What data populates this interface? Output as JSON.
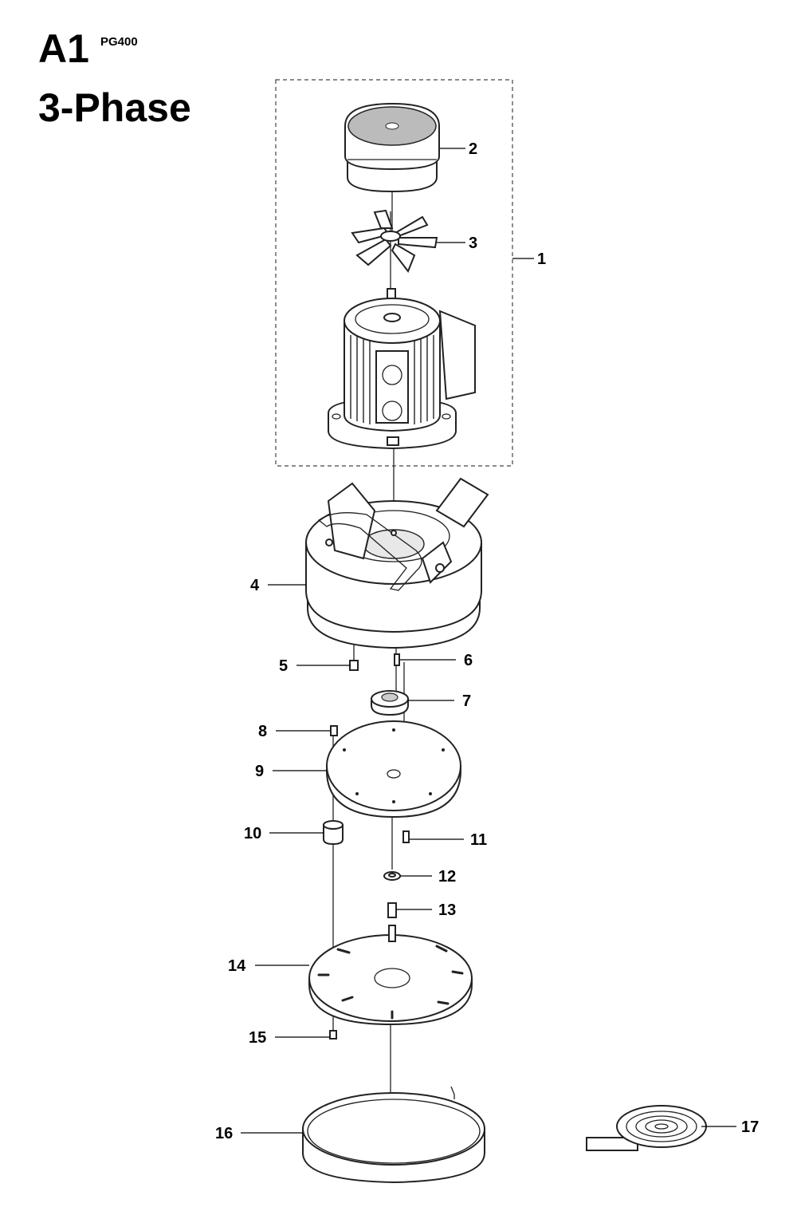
{
  "header": {
    "code": "A1",
    "model": "PG400",
    "subtitle": "3-Phase"
  },
  "callouts": [
    "1",
    "2",
    "3",
    "4",
    "5",
    "6",
    "7",
    "8",
    "9",
    "10",
    "11",
    "12",
    "13",
    "14",
    "15",
    "16",
    "17"
  ],
  "parts": {
    "assembly_box": "motor-assembly",
    "motor_cover": "motor-cover",
    "fan": "cooling-fan",
    "motor": "electric-motor",
    "housing": "grinding-head-housing",
    "disc": "drive-plate",
    "tool_plate": "tool-plate",
    "ring": "skirt-ring",
    "strip": "rubber-strip"
  }
}
